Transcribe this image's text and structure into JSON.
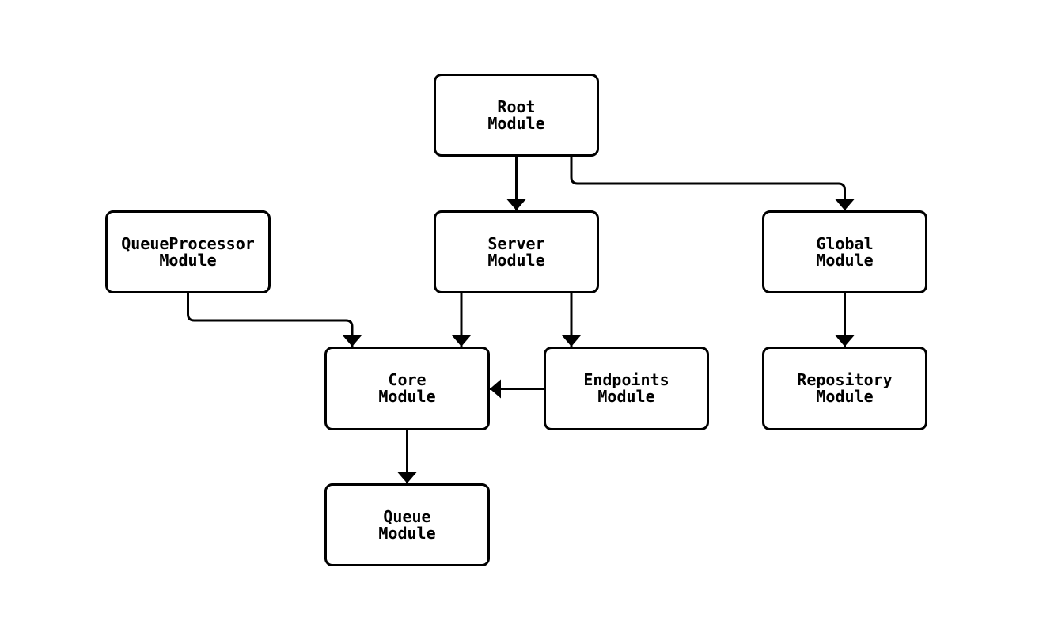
{
  "canvas": {
    "background_color": "#ffffff",
    "stroke_color": "#000000",
    "node_fill_color": "#ffffff",
    "text_color": "#000000"
  },
  "nodes": {
    "root": {
      "line1": "Root",
      "line2": "Module"
    },
    "queue_processor": {
      "line1": "QueueProcessor",
      "line2": "Module"
    },
    "server": {
      "line1": "Server",
      "line2": "Module"
    },
    "global": {
      "line1": "Global",
      "line2": "Module"
    },
    "core": {
      "line1": "Core",
      "line2": "Module"
    },
    "endpoints": {
      "line1": "Endpoints",
      "line2": "Module"
    },
    "repository": {
      "line1": "Repository",
      "line2": "Module"
    },
    "queue": {
      "line1": "Queue",
      "line2": "Module"
    }
  },
  "edges": [
    {
      "from": "Root Module",
      "to": "Server Module"
    },
    {
      "from": "Root Module",
      "to": "Global Module"
    },
    {
      "from": "QueueProcessor Module",
      "to": "Core Module"
    },
    {
      "from": "Server Module",
      "to": "Core Module"
    },
    {
      "from": "Server Module",
      "to": "Endpoints Module"
    },
    {
      "from": "Endpoints Module",
      "to": "Core Module"
    },
    {
      "from": "Global Module",
      "to": "Repository Module"
    },
    {
      "from": "Core Module",
      "to": "Queue Module"
    }
  ]
}
